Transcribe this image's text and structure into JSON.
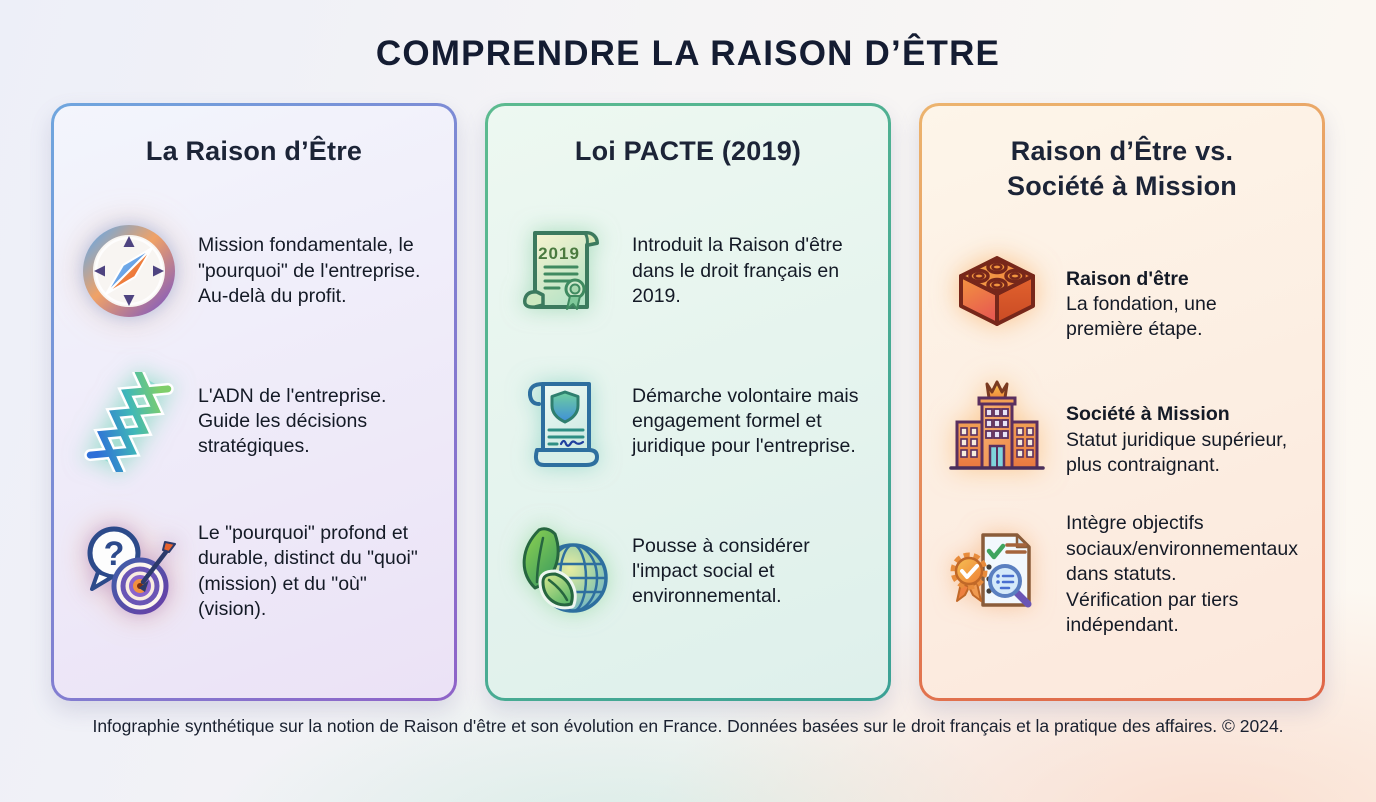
{
  "page": {
    "title": "COMPRENDRE LA RAISON D’ÊTRE",
    "footer": "Infographie synthétique sur la notion de Raison d'être et son évolution en France. Données basées sur le droit français et la pratique des affaires. © 2024."
  },
  "colors": {
    "title_text": "#141c32",
    "body_text": "#141a26",
    "card1_border": [
      "#6fa6de",
      "#8f63c8"
    ],
    "card1_bg": [
      "#f3f5fc",
      "#ebe2f6"
    ],
    "card2_border": [
      "#5dbb90",
      "#3ba195"
    ],
    "card2_bg": [
      "#edf8f1",
      "#def0eb"
    ],
    "card3_border": [
      "#ecb46e",
      "#df6648"
    ],
    "card3_bg": [
      "#fdf5e9",
      "#fce8dc"
    ]
  },
  "icon_labels": {
    "scroll_year": "2019",
    "question_mark": "?"
  },
  "cards": [
    {
      "title": "La Raison d’Être",
      "items": [
        {
          "icon": "compass-icon",
          "text": "Mission fondamentale, le \"pourquoi\" de l'entreprise.\nAu-delà du profit."
        },
        {
          "icon": "dna-icon",
          "text": "L'ADN de l'entreprise.\nGuide les décisions stratégiques."
        },
        {
          "icon": "question-target-icon",
          "text": "Le \"pourquoi\" profond et durable, distinct du \"quoi\" (mission) et du \"où\" (vision)."
        }
      ]
    },
    {
      "title": "Loi PACTE (2019)",
      "items": [
        {
          "icon": "scroll-2019-icon",
          "text": "Introduit la Raison d'être dans le droit français en 2019."
        },
        {
          "icon": "document-shield-icon",
          "text": "Démarche volontaire mais engagement formel et juridique pour l'entreprise."
        },
        {
          "icon": "leaf-globe-icon",
          "text": "Pousse à considérer l'impact social et environnemental."
        }
      ]
    },
    {
      "title": "Raison d’Être vs.\nSociété à Mission",
      "items": [
        {
          "icon": "lego-brick-icon",
          "bold": "Raison d'être",
          "text": "La fondation, une première étape."
        },
        {
          "icon": "building-crown-icon",
          "bold": "Société à Mission",
          "text": "Statut juridique supérieur, plus contraignant."
        },
        {
          "icon": "certificate-magnifier-icon",
          "text": "Intègre objectifs sociaux/environnementaux dans statuts.\nVérification par tiers indépendant."
        }
      ]
    }
  ]
}
